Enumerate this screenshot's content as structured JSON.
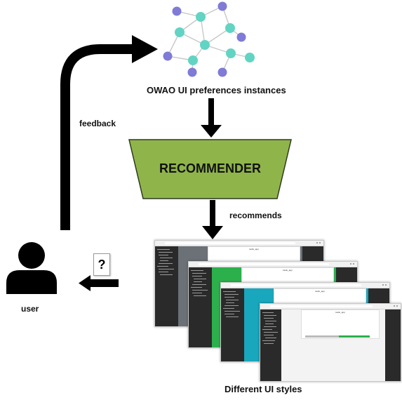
{
  "labels": {
    "instances": "OWAO UI preferences instances",
    "feedback": "feedback",
    "recommender": "RECOMMENDER",
    "recommends": "recommends",
    "user": "user",
    "question": "?",
    "styles": "Different UI styles"
  },
  "colors": {
    "recommender_fill": "#8fb54a",
    "node_teal": "#62d4c4",
    "node_purple": "#7f7bd6",
    "arrow": "#000000",
    "style_gray": "#6b7177",
    "style_green": "#2bb04c",
    "style_teal": "#18a7bc",
    "style_light": "#f3f3f3"
  },
  "screens": [
    {
      "app_title": "Hello_app",
      "accent": "#6b7177"
    },
    {
      "app_title": "Hello_app",
      "accent": "#2bb04c"
    },
    {
      "app_title": "Hello_app",
      "accent": "#18a7bc"
    },
    {
      "app_title": "Hello_app",
      "accent": "#f3f3f3"
    }
  ]
}
